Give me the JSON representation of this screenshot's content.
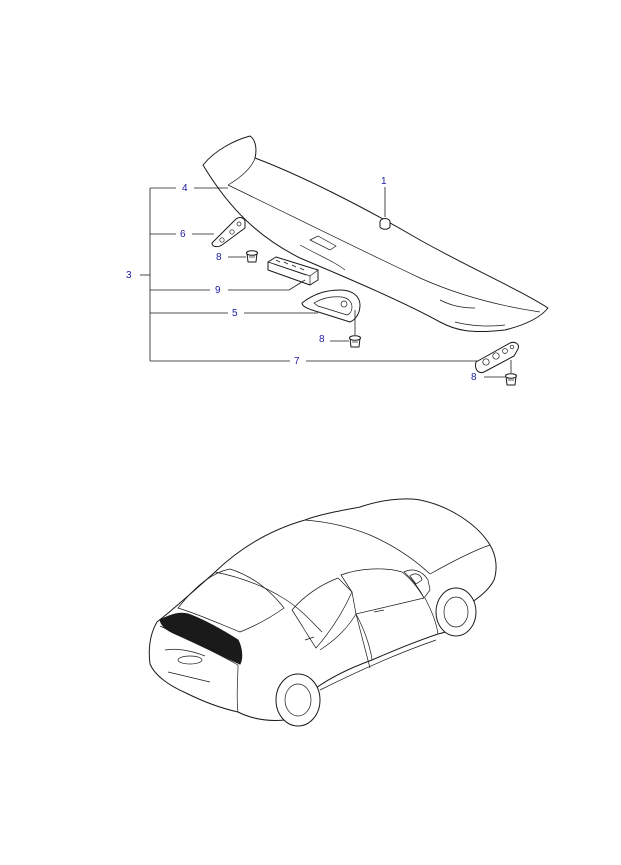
{
  "callouts": {
    "c1": "1",
    "c3": "3",
    "c4": "4",
    "c5": "5",
    "c6": "6",
    "c7": "7",
    "c8a": "8",
    "c8b": "8",
    "c8c": "8",
    "c9": "9"
  },
  "colors": {
    "callout_text": "#1a1aa0",
    "line": "#1a1a1a",
    "spoiler_highlight": "#1a1a1a"
  }
}
